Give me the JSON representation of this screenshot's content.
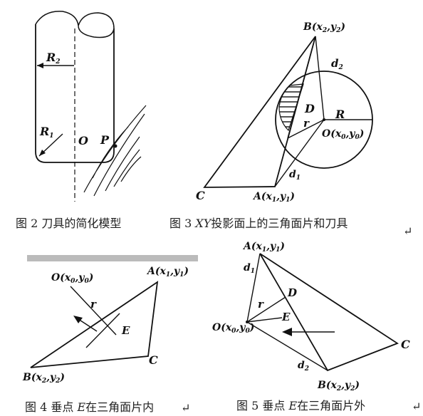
{
  "fig2": {
    "labels": {
      "R2": "R",
      "R2_sub": "2",
      "R1": "R",
      "R1_sub": "1",
      "O": "O",
      "P": "P"
    },
    "caption": "图 2   刀具的简化模型"
  },
  "fig3": {
    "labels": {
      "B": "B(x",
      "B_sub1": "2",
      "B_mid": ",y",
      "B_sub2": "2",
      "B_end": ")",
      "d2": "d",
      "d2_sub": "2",
      "D": "D",
      "R": "R",
      "r": "r",
      "O": "O(x",
      "O_sub1": "0",
      "O_mid": ",y",
      "O_sub2": "0",
      "O_end": ")",
      "d1": "d",
      "d1_sub": "1",
      "C": "C",
      "A": "A(x",
      "A_sub1": "1",
      "A_mid": ",y",
      "A_sub2": "1",
      "A_end": ")"
    },
    "caption_prefix": "图 3   ",
    "caption_italic": "XY",
    "caption_suffix": "投影面上的三角面片和刀具",
    "return_mark": "↵"
  },
  "fig4": {
    "labels": {
      "O": "O(x",
      "O_sub1": "0",
      "O_mid": ",y",
      "O_sub2": "0",
      "O_end": ")",
      "A": "A(x",
      "A_sub1": "1",
      "A_mid": ",y",
      "A_sub2": "1",
      "A_end": ")",
      "r": "r",
      "E": "E",
      "C": "C",
      "B": "B(x",
      "B_sub1": "2",
      "B_mid": ",y",
      "B_sub2": "2",
      "B_end": ")"
    },
    "caption_prefix": "图 4   垂点 ",
    "caption_italic": "E",
    "caption_suffix": "在三角面片内"
  },
  "fig5": {
    "labels": {
      "A": "A(x",
      "A_sub1": "1",
      "A_mid": ",y",
      "A_sub2": "1",
      "A_end": ")",
      "d1": "d",
      "d1_sub": "1",
      "D": "D",
      "r": "r",
      "E": "E",
      "O": "O(x",
      "O_sub1": "0",
      "O_mid": ",y",
      "O_sub2": "0",
      "O_end": ")",
      "C": "C",
      "d2": "d",
      "d2_sub": "2",
      "B": "B(x",
      "B_sub1": "2",
      "B_mid": ",y",
      "B_sub2": "2",
      "B_end": ")"
    },
    "caption_prefix": "图 5   垂点 ",
    "caption_italic": "E",
    "caption_suffix": "在三角面片外",
    "return_mark": "↵"
  },
  "bottom_return_mark": "↵"
}
